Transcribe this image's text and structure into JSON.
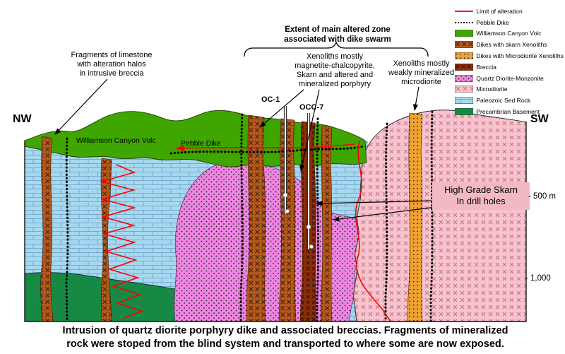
{
  "colors": {
    "volcanics": "#3fa600",
    "basement": "#168a45",
    "sed_rock": "#a6d8f0",
    "qdm": "#ee85e2",
    "microdiorite": "#f6c3ce",
    "skarn_dike": "#b3581c",
    "micro_dike": "#f0a231",
    "breccia": "#8f2f07",
    "alteration": "#ff0000",
    "highgrade_bg": "#f2b9c4"
  },
  "legend": {
    "items": [
      {
        "label": "Limit of alteration"
      },
      {
        "label": "Pebble Dike"
      },
      {
        "label": "Williamson Canyon Volc"
      },
      {
        "label": "Dikes with skarn Xenoliths"
      },
      {
        "label": "Dikes with Microdiorite Xenoliths"
      },
      {
        "label": "Breccia"
      },
      {
        "label": "Quartz Diorite-Monzonite"
      },
      {
        "label": "Microdiorite"
      },
      {
        "label": "Paleozoic Sed Rock"
      },
      {
        "label": "Precambrian Basement"
      }
    ]
  },
  "annotations": {
    "limestone_note": "Fragments of limestone\nwith alteration halos\nin intrusive breccia",
    "extent_note": "Extent of main altered zone\nassociated with dike swarm",
    "xenoliths_center_note": "Xenoliths mostly\nmagnetite-chalcopyrite,\nSkarn and altered and\nmineralized porphyry",
    "xenoliths_right_note": "Xenoliths mostly\nweakly mineralized\nmicrodiorite",
    "drill_oc1": "OC-1",
    "drill_occ7": "OCC-7",
    "nw": "NW",
    "sw": "SW",
    "williamson_label": "Williamson Canyon Volc",
    "pebble_dike_label": "Pebble Dike",
    "high_grade_note": "High Grade Skarn\nIn drill holes",
    "depth_500": "- 500 m",
    "depth_1000": "- 1,000"
  },
  "caption": "Intrusion of quartz diorite porphyry dike and associated breccias. Fragments of mineralized\nrock were stoped from the blind system and transported to where some are now exposed."
}
